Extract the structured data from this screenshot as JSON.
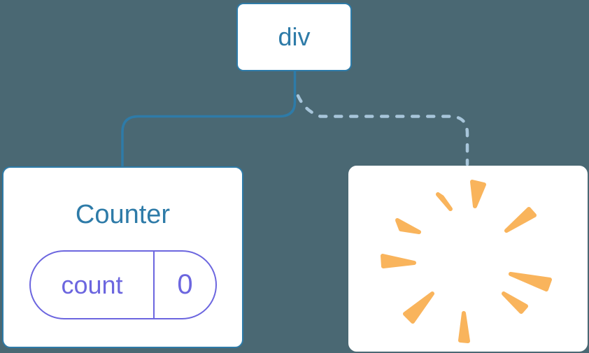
{
  "diagram": {
    "description": "React component tree diagram: a div root with a Counter child (state count=0) kept via solid edge, and a removed child shown as a poof",
    "root": {
      "label": "div"
    },
    "counter": {
      "title": "Counter",
      "state": {
        "key": "count",
        "value": "0"
      },
      "edge_style": "solid"
    },
    "removed": {
      "icon": "poof-icon",
      "edge_style": "dashed"
    }
  },
  "colors": {
    "background": "#4A6873",
    "blue": "#2E7BA8",
    "light_blue": "#A7C5DA",
    "purple": "#6C66DF",
    "orange": "#F9B45C",
    "box_bg": "#FFFFFF"
  }
}
